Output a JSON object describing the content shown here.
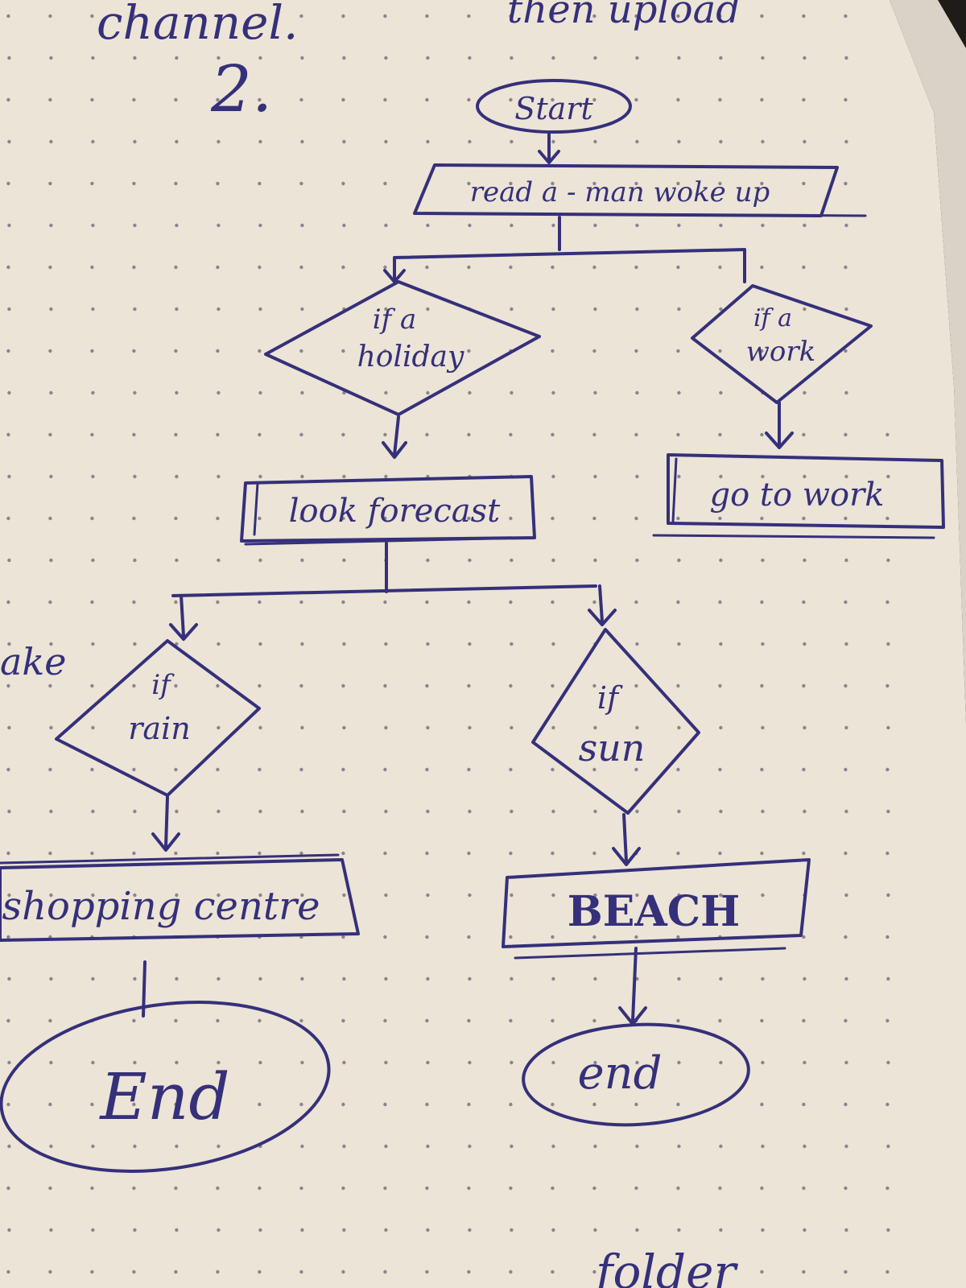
{
  "header": {
    "partial_top_left": "channel.",
    "partial_top_right": "then upload"
  },
  "section_number": "2.",
  "margin_note": "ake",
  "bottom_partial": "folder",
  "flowchart": {
    "start": "Start",
    "input": "read a - man woke up",
    "decision_holiday": [
      "if a",
      "holiday"
    ],
    "decision_work": [
      "if a",
      "work"
    ],
    "process_forecast": "look forecast",
    "process_go_to_work": "go to work",
    "decision_rain": [
      "if",
      "rain"
    ],
    "decision_sun": [
      "if",
      "sun"
    ],
    "process_shopping": "shopping centre",
    "process_beach": "BEACH",
    "end_left": "End",
    "end_right": "end"
  },
  "colors": {
    "paper": "#eee6d8",
    "ink": "#35307a",
    "background": "#1f1b18"
  }
}
